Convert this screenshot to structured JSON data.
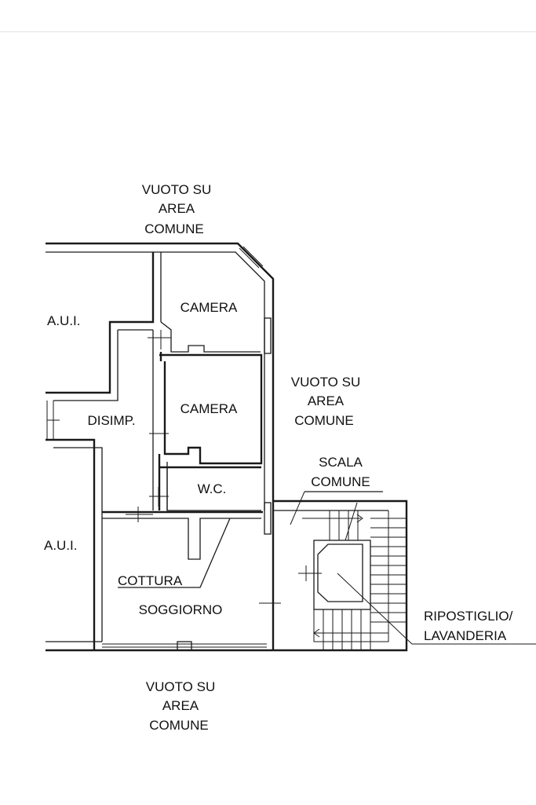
{
  "labels": {
    "vuoto_top": [
      "VUOTO SU",
      "AREA",
      "COMUNE"
    ],
    "vuoto_right": [
      "VUOTO SU",
      "AREA",
      "COMUNE"
    ],
    "vuoto_bottom": [
      "VUOTO SU",
      "AREA",
      "COMUNE"
    ],
    "aui_top": "A.U.I.",
    "aui_bottom": "A.U.I.",
    "camera_1": "CAMERA",
    "camera_2": "CAMERA",
    "disimp": "DISIMP.",
    "wc": "W.C.",
    "cottura": "COTTURA",
    "soggiorno": "SOGGIORNO",
    "scala": [
      "SCALA",
      "COMUNE"
    ],
    "ripostiglio": [
      "RIPOSTIGLIO/",
      "LAVANDERIA"
    ]
  },
  "colors": {
    "line": "#1a1a1a",
    "background": "#ffffff"
  }
}
